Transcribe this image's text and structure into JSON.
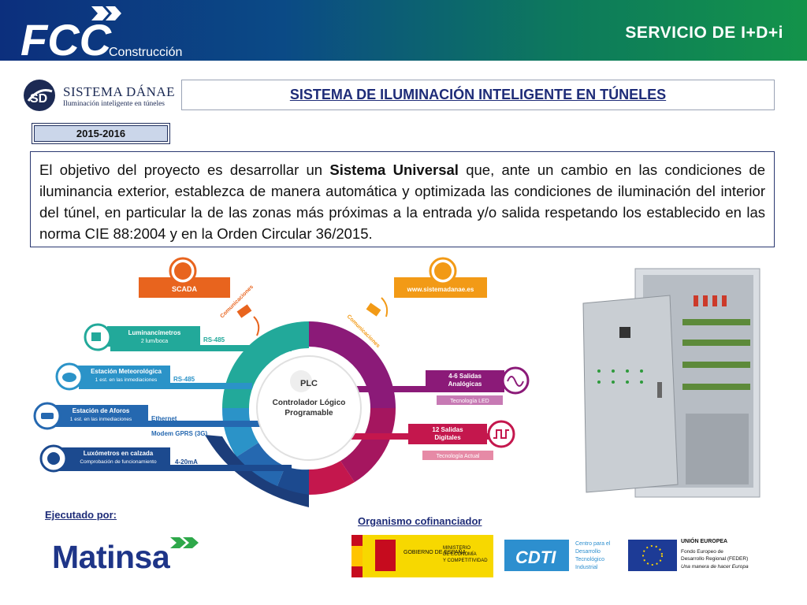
{
  "header": {
    "logo_text": "FCC",
    "logo_sub": "Construcción",
    "title": "SERVICIO DE I+D+i"
  },
  "project": {
    "logo_name": "SISTEMA DÁNAE",
    "logo_tagline": "Iluminación inteligente en túneles",
    "title": "SISTEMA DE ILUMINACIÓN INTELIGENTE EN TÚNELES",
    "years": "2015-2016",
    "description_parts": [
      "El objetivo del proyecto es desarrollar un ",
      "Sistema Universal",
      " que, ante un cambio en las condiciones de iluminancia exterior, establezca de manera automática y optimizada las condiciones de iluminación del interior del túnel, en particular la de las zonas más próximas a la entrada y/o salida respetando los establecido en las norma CIE 88:2004 y en la Orden Circular 36/2015."
    ]
  },
  "diagram": {
    "scada": "SCADA",
    "website": "www.sistemadanae.es",
    "comms_left": "Comunicaciones",
    "comms_right": "Comunicaciones",
    "plc_title": "PLC",
    "plc_line1": "Controlador Lógico",
    "plc_line2": "Programable",
    "inputs": [
      {
        "line1": "Luminancímetros",
        "line2": "2 lum/boca",
        "protocol": "RS-485"
      },
      {
        "line1": "Estación Meteorológica",
        "line2": "1 est. en las inmediaciones",
        "protocol": "RS-485"
      },
      {
        "line1": "Estación de Aforos",
        "line2": "1 est. en las inmediaciones",
        "protocol": "Ethernet"
      },
      {
        "line1": "Luxómetros en calzada",
        "line2": "Comprobación de funcionamiento",
        "protocol": "4-20mA"
      }
    ],
    "modem": "Modem GPRS (3G)",
    "outputs": [
      {
        "line1": "4-6 Salidas",
        "line2": "Analógicas",
        "tech": "Tecnología LED"
      },
      {
        "line1": "12 Salidas",
        "line2": "Digitales",
        "tech": "Tecnología Actual"
      }
    ]
  },
  "footer": {
    "executed_by": "Ejecutado por:",
    "executor": "Matinsa",
    "cofinancier_label": "Organismo cofinanciador",
    "gobierno": "GOBIERNO DE ESPAÑA",
    "ministerio_1": "MINISTERIO",
    "ministerio_2": "DE ECONOMÍA",
    "ministerio_3": "Y COMPETITIVIDAD",
    "cdti": "CDTI",
    "cdti_desc_1": "Centro para el",
    "cdti_desc_2": "Desarrollo",
    "cdti_desc_3": "Tecnológico",
    "cdti_desc_4": "Industrial",
    "ue_title": "UNIÓN EUROPEA",
    "ue_line1": "Fondo Europeo de",
    "ue_line2": "Desarrollo Regional (FEDER)",
    "ue_motto": "Una manera de hacer Europa"
  },
  "colors": {
    "header_start": "#0c2f7d",
    "header_end": "#13934a",
    "title_blue": "#1e2c78",
    "orange": "#e8641e",
    "teal": "#22a99a",
    "purple": "#8b1a78",
    "crimson": "#c4174d",
    "navy": "#1c4a8f"
  }
}
